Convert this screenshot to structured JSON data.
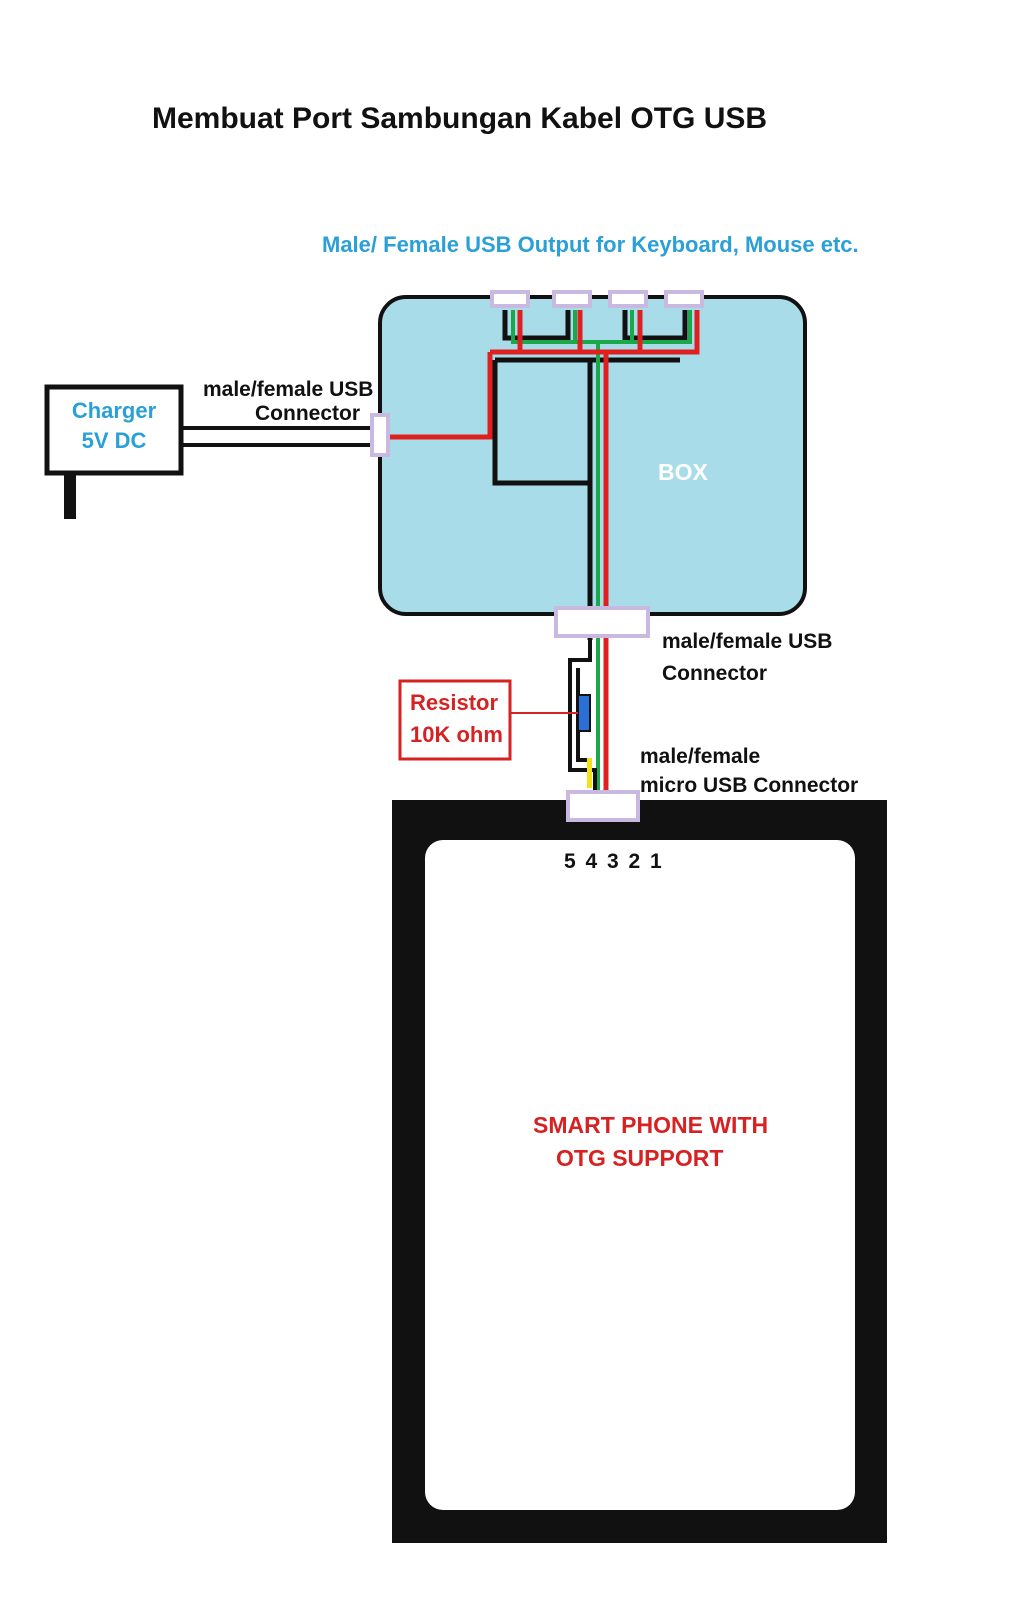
{
  "title": "Membuat Port Sambungan Kabel OTG USB",
  "output_label": "Male/ Female USB Output for Keyboard, Mouse etc.",
  "charger": {
    "line1": "Charger",
    "line2": "5V DC"
  },
  "charger_connector": {
    "line1": "male/female USB",
    "line2": "Connector"
  },
  "box_label": "BOX",
  "box_connector": {
    "line1": "male/female USB",
    "line2": "Connector"
  },
  "resistor": {
    "line1": "Resistor",
    "line2": "10K ohm"
  },
  "micro_connector": {
    "line1": "male/female",
    "line2": "micro USB Connector"
  },
  "pins": "5 4 3 2 1",
  "phone": {
    "line1": "SMART PHONE WITH",
    "line2": "OTG SUPPORT"
  },
  "colors": {
    "box_fill": "#a8dce9",
    "wire_red": "#e02020",
    "wire_green": "#1aa84a",
    "wire_black": "#111111",
    "wire_yellow": "#f2e21a",
    "connector_fill": "#ffffff",
    "connector_stroke": "#c9b8df",
    "resistor_fill": "#2a6fd6"
  }
}
